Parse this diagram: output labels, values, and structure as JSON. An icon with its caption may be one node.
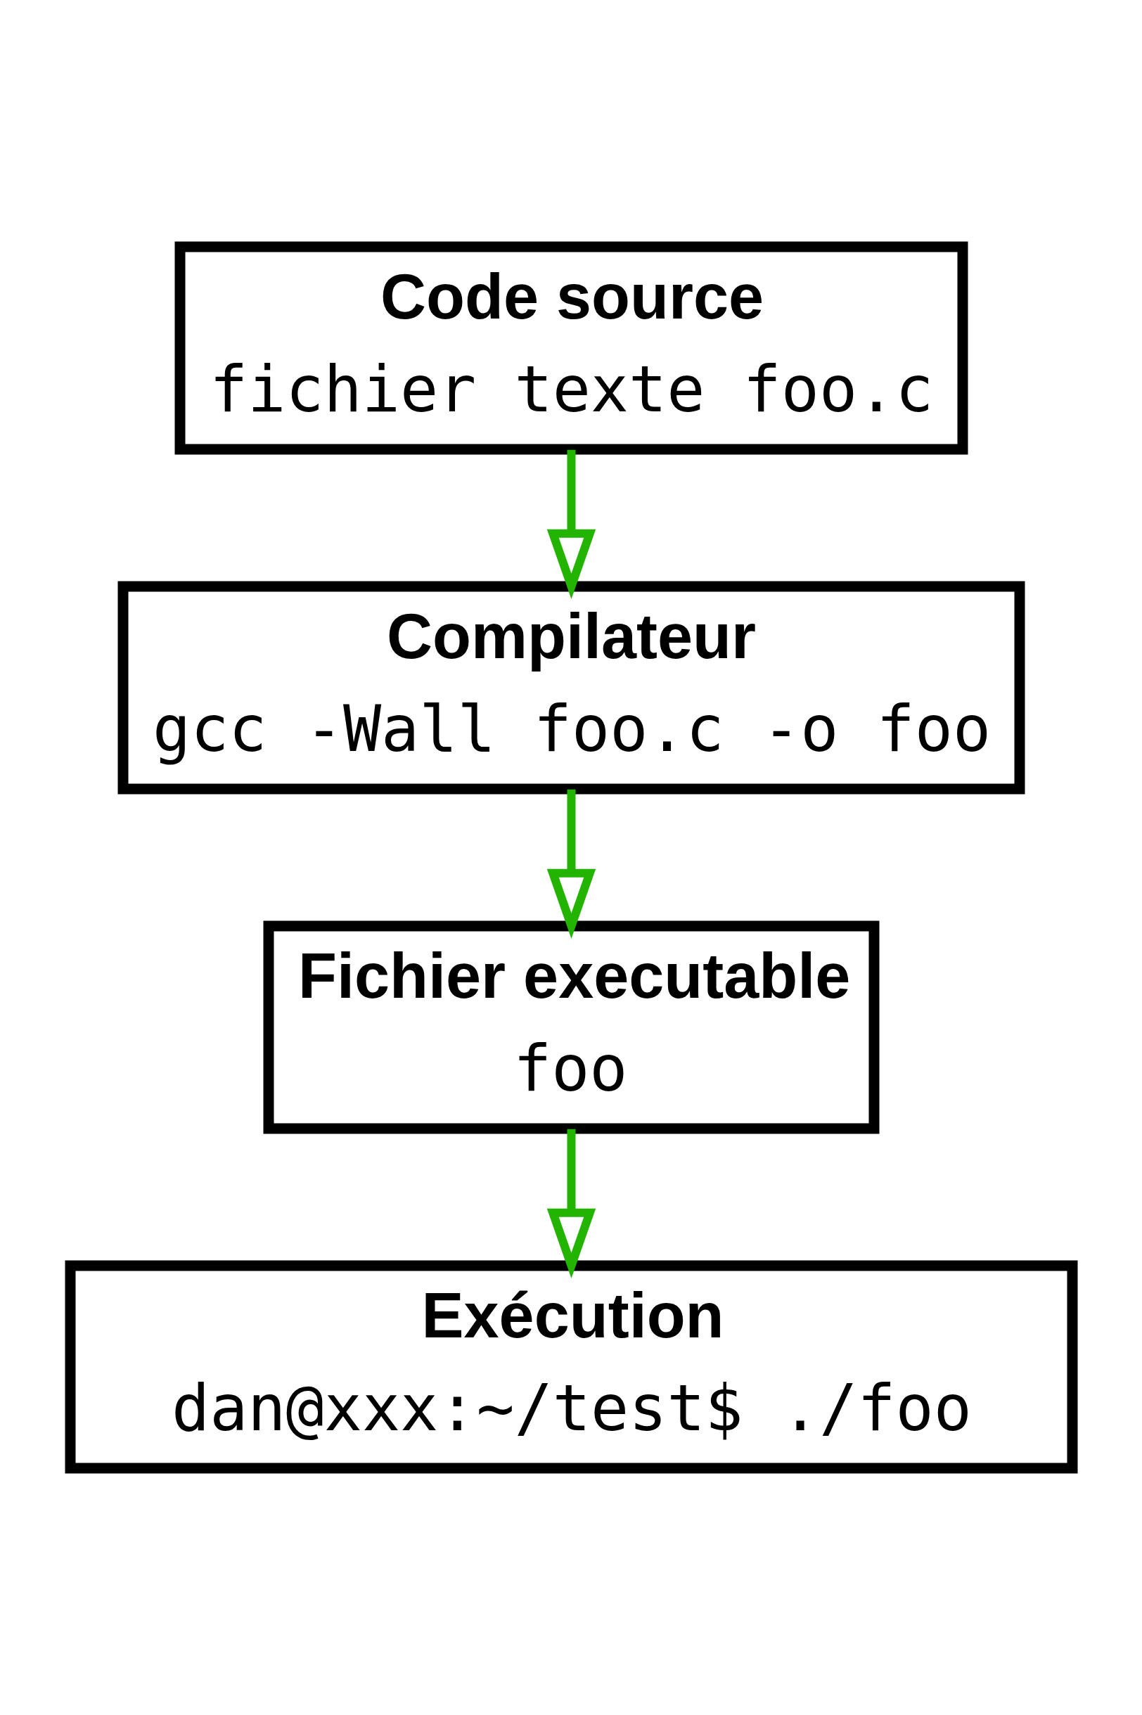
{
  "diagram": {
    "nodes": [
      {
        "text": [
          "Code source",
          "fichier texte foo.c"
        ]
      },
      {
        "text": [
          "Compilateur",
          "gcc -Wall foo.c -o foo"
        ]
      },
      {
        "text": [
          "Fichier executable",
          "foo"
        ]
      },
      {
        "text": [
          "Exécution",
          "dan@xxx:~/test$ ./foo"
        ]
      }
    ],
    "edges": [
      {
        "from": 0,
        "to": 1,
        "arrow": "to"
      },
      {
        "from": 1,
        "to": 2,
        "arrow": "to"
      },
      {
        "from": 2,
        "to": 3,
        "arrow": "to"
      }
    ]
  }
}
